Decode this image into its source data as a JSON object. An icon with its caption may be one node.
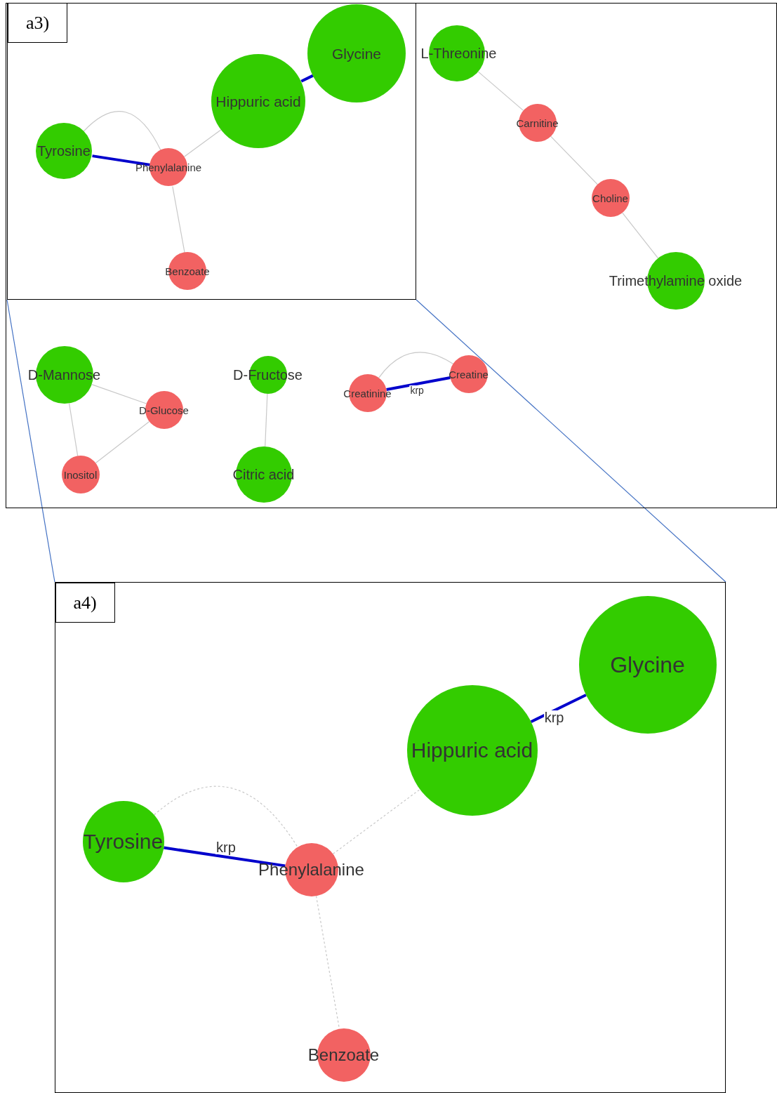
{
  "diagram": {
    "nodes": [
      {
        "text": [],
        "shape": "box"
      },
      {
        "text": [],
        "shape": "box",
        "in": 0
      },
      {
        "text": [
          "a3)"
        ],
        "in": 1
      },
      {
        "text": [
          "Glycine"
        ],
        "in": 1
      },
      {
        "text": [
          "Hippuric acid"
        ],
        "in": 1
      },
      {
        "text": [
          "Tyrosine"
        ],
        "in": 1
      },
      {
        "text": [
          "Phenylalanine"
        ],
        "in": 1
      },
      {
        "text": [
          "Benzoate"
        ],
        "in": 1
      },
      {
        "text": [
          "L-Threonine"
        ],
        "in": 0
      },
      {
        "text": [
          "Carnitine"
        ],
        "in": 0
      },
      {
        "text": [
          "Choline"
        ],
        "in": 0
      },
      {
        "text": [
          "Trimethylamine oxide"
        ],
        "in": 0
      },
      {
        "text": [
          "D-Mannose"
        ],
        "in": 0
      },
      {
        "text": [
          "D-Glucose"
        ],
        "in": 0
      },
      {
        "text": [
          "Inositol"
        ],
        "in": 0
      },
      {
        "text": [
          "D-Fructose"
        ],
        "in": 0
      },
      {
        "text": [
          "Citric acid"
        ],
        "in": 0
      },
      {
        "text": [
          "Creatinine"
        ],
        "in": 0
      },
      {
        "text": [
          "Creatine"
        ],
        "in": 0
      },
      {
        "text": [],
        "shape": "box"
      },
      {
        "text": [
          "a4)"
        ],
        "in": 19
      },
      {
        "text": [
          "Glycine"
        ],
        "in": 19
      },
      {
        "text": [
          "Hippuric acid"
        ],
        "in": 19
      },
      {
        "text": [
          "Tyrosine"
        ],
        "in": 19
      },
      {
        "text": [
          "Phenylalanine"
        ],
        "in": 19
      },
      {
        "text": [
          "Benzoate"
        ],
        "in": 19
      }
    ],
    "edges": [
      {
        "from": 3,
        "to": 4,
        "arrow": "none",
        "style": "thick",
        "color": "#0000cc"
      },
      {
        "from": 4,
        "to": 6,
        "arrow": "none"
      },
      {
        "from": 5,
        "to": 6,
        "arrow": "none",
        "style": "thick",
        "color": "#0000cc"
      },
      {
        "from": 5,
        "to": 6,
        "arrow": "none"
      },
      {
        "from": 6,
        "to": 7,
        "arrow": "none"
      },
      {
        "from": 8,
        "to": 9,
        "arrow": "none"
      },
      {
        "from": 9,
        "to": 10,
        "arrow": "none"
      },
      {
        "from": 10,
        "to": 11,
        "arrow": "none"
      },
      {
        "from": 12,
        "to": 13,
        "arrow": "none"
      },
      {
        "from": 12,
        "to": 14,
        "arrow": "none"
      },
      {
        "from": 13,
        "to": 14,
        "arrow": "none"
      },
      {
        "from": 15,
        "to": 16,
        "arrow": "none"
      },
      {
        "from": 17,
        "to": 18,
        "arrow": "none",
        "style": "thick",
        "color": "#0000cc",
        "label": "krp"
      },
      {
        "from": 17,
        "to": 18,
        "arrow": "none"
      },
      {
        "from": 22,
        "to": 21,
        "arrow": "none",
        "style": "thick",
        "color": "#0000cc",
        "label": "krp"
      },
      {
        "from": 24,
        "to": 22,
        "arrow": "none",
        "style": "dashed"
      },
      {
        "from": 23,
        "to": 24,
        "arrow": "none",
        "style": "thick",
        "color": "#0000cc",
        "label": "krp"
      },
      {
        "from": 23,
        "to": 24,
        "arrow": "none",
        "style": "dashed"
      },
      {
        "from": 24,
        "to": 25,
        "arrow": "none",
        "style": "dashed"
      },
      {
        "from": 1,
        "to": 19,
        "arrow": "none",
        "color": "#4472c4"
      },
      {
        "from": 1,
        "to": 19,
        "arrow": "none",
        "color": "#4472c4"
      }
    ]
  }
}
